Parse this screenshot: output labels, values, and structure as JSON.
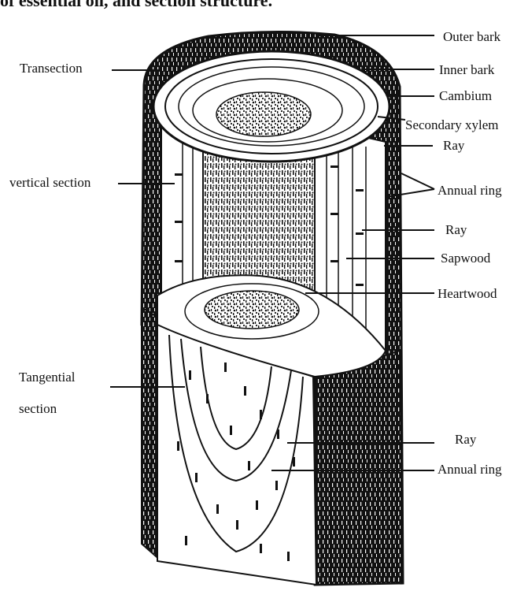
{
  "caption_fragment": "of essential oil, and section structure.",
  "labels": {
    "outer_bark": "Outer bark",
    "inner_bark": "Inner bark",
    "cambium": "Cambium",
    "secondary_xylem": "Secondary xylem",
    "ray_1": "Ray",
    "annual_ring_1": "Annual ring",
    "ray_2": "Ray",
    "sapwood": "Sapwood",
    "heartwood": "Heartwood",
    "ray_3": "Ray",
    "annual_ring_2": "Annual ring",
    "transection": "Transection",
    "vertical_section": "vertical section",
    "tangential_line1": "Tangential",
    "tangential_line2": "section"
  },
  "colors": {
    "ink": "#111111",
    "paper": "#ffffff"
  }
}
